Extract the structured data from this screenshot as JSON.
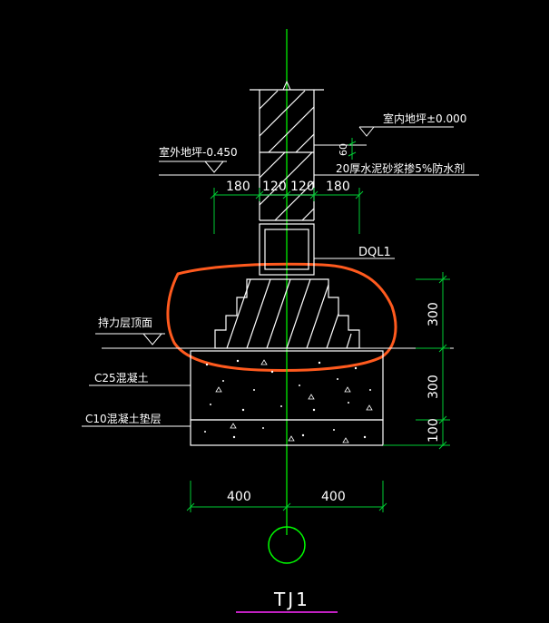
{
  "labels": {
    "indoor_floor": "室内地坪±0.000",
    "outdoor_ground": "室外地坪-0.450",
    "dim_60": "60",
    "waterproof": "20厚水泥砂浆掺5%防水剂",
    "wall_dims": [
      "180",
      "120",
      "120",
      "180"
    ],
    "ring_beam": "DQL1",
    "bearing_layer": "持力层顶面",
    "c25": "C25混凝土",
    "c10": "C10混凝土垫层",
    "vert_dims": [
      "300",
      "300",
      "100"
    ],
    "bottom_dims": [
      "400",
      "400"
    ],
    "title": "TJ1"
  },
  "colors": {
    "background": "#000000",
    "lines": "#ffffff",
    "axis": "#00ff00",
    "dimension": "#00cc33",
    "highlight": "#ff5a1e",
    "title_underline": "#c020c0"
  }
}
